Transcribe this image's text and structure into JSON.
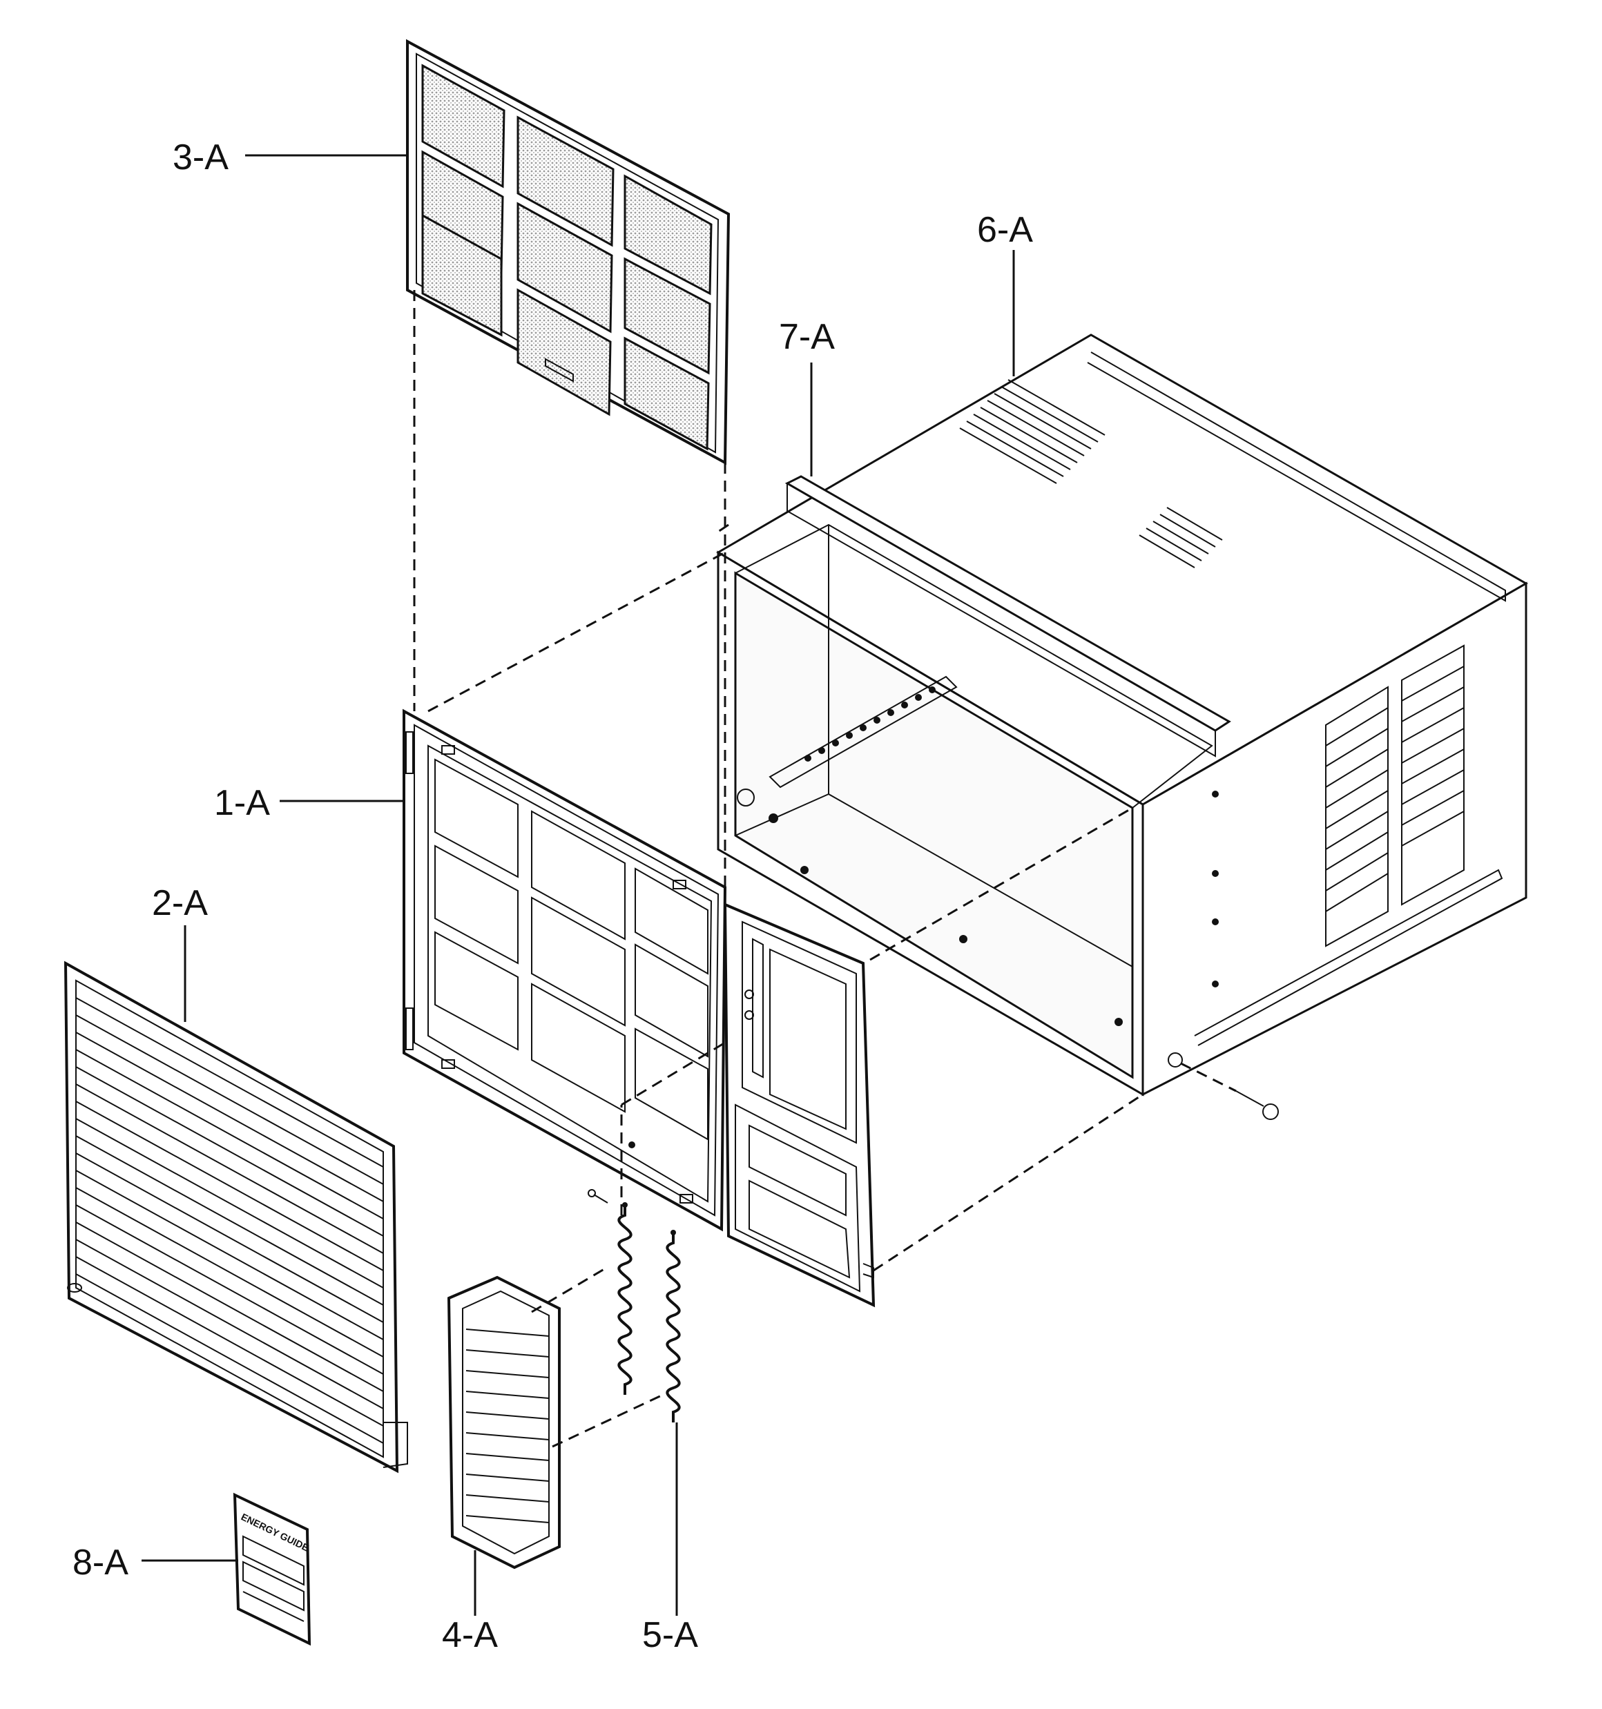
{
  "callouts": {
    "c1": "1-A",
    "c2": "2-A",
    "c3": "3-A",
    "c4": "4-A",
    "c5": "5-A",
    "c6": "6-A",
    "c7": "7-A",
    "c8": "8-A"
  },
  "energy_label": {
    "title": "ENERGY GUIDE"
  },
  "colors": {
    "line": "#111111",
    "background": "#ffffff",
    "mesh": "#bbbbbb"
  }
}
